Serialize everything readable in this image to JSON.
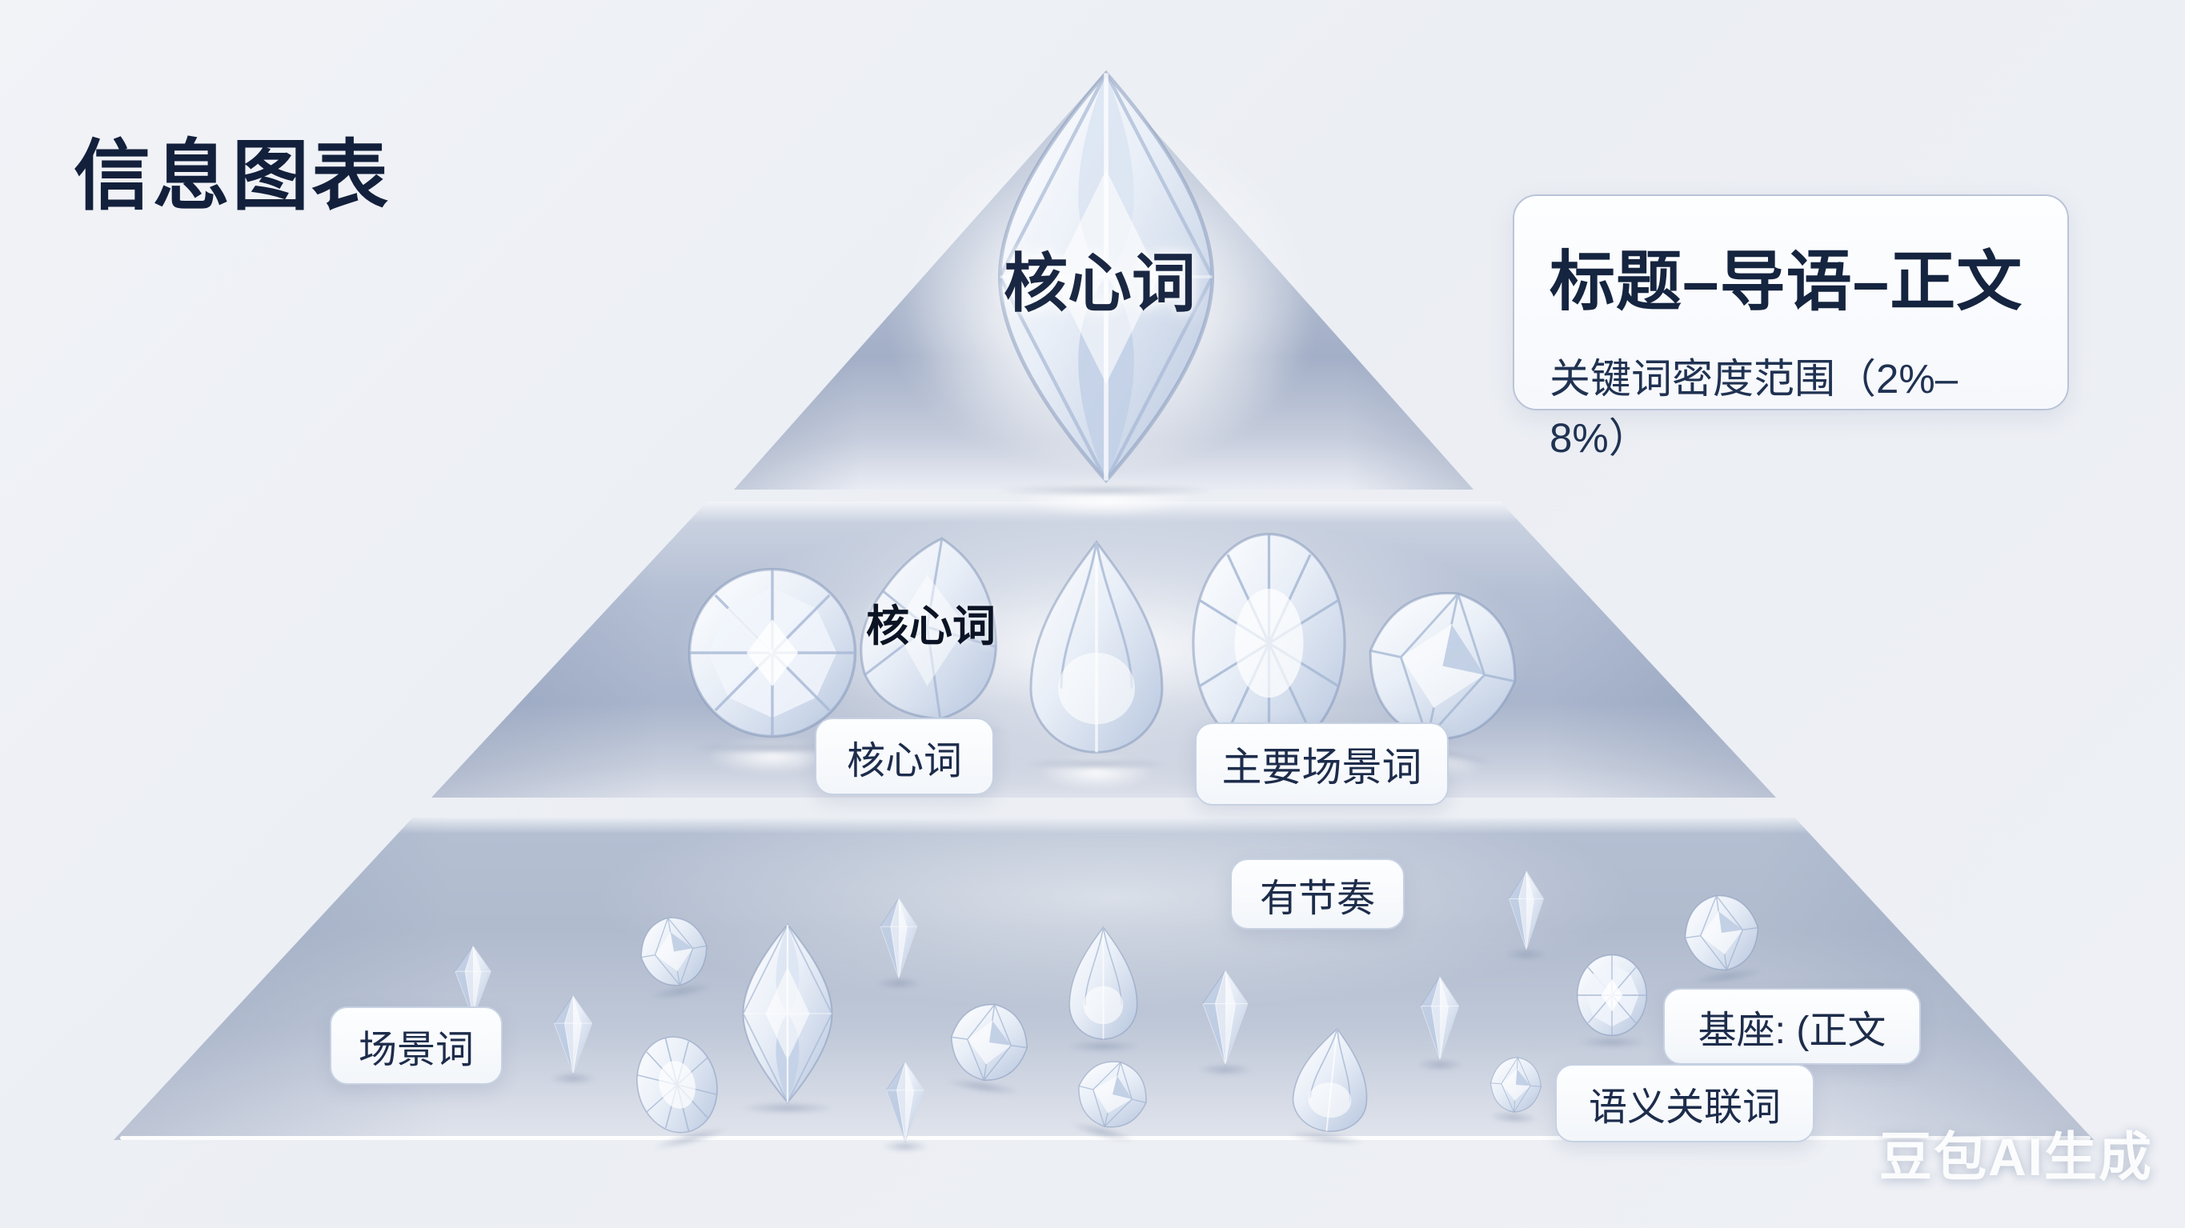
{
  "title": "信息图表",
  "watermark": "豆包AI生成",
  "info_box": {
    "title": "标题–导语–正文",
    "subtitle": "关键词密度范围（2%–8%）"
  },
  "tiers": {
    "top": {
      "gem_label": "核心词"
    },
    "middle": {
      "gem_label": "核心词",
      "pill_core": "核心词",
      "pill_main_scene": "主要场景词"
    },
    "bottom": {
      "pill_scene": "场景词",
      "pill_rhythm": "有节奏",
      "pill_base": "基座: (正文",
      "pill_semantic": "语义关联词"
    }
  },
  "colors": {
    "title_text": "#13203c",
    "label_text": "#1d2c4b",
    "pill_background": "#fbfcfe",
    "pill_border": "#c6d1e2",
    "tier_surface": "#aab6cc",
    "background": "#eef0f5"
  }
}
